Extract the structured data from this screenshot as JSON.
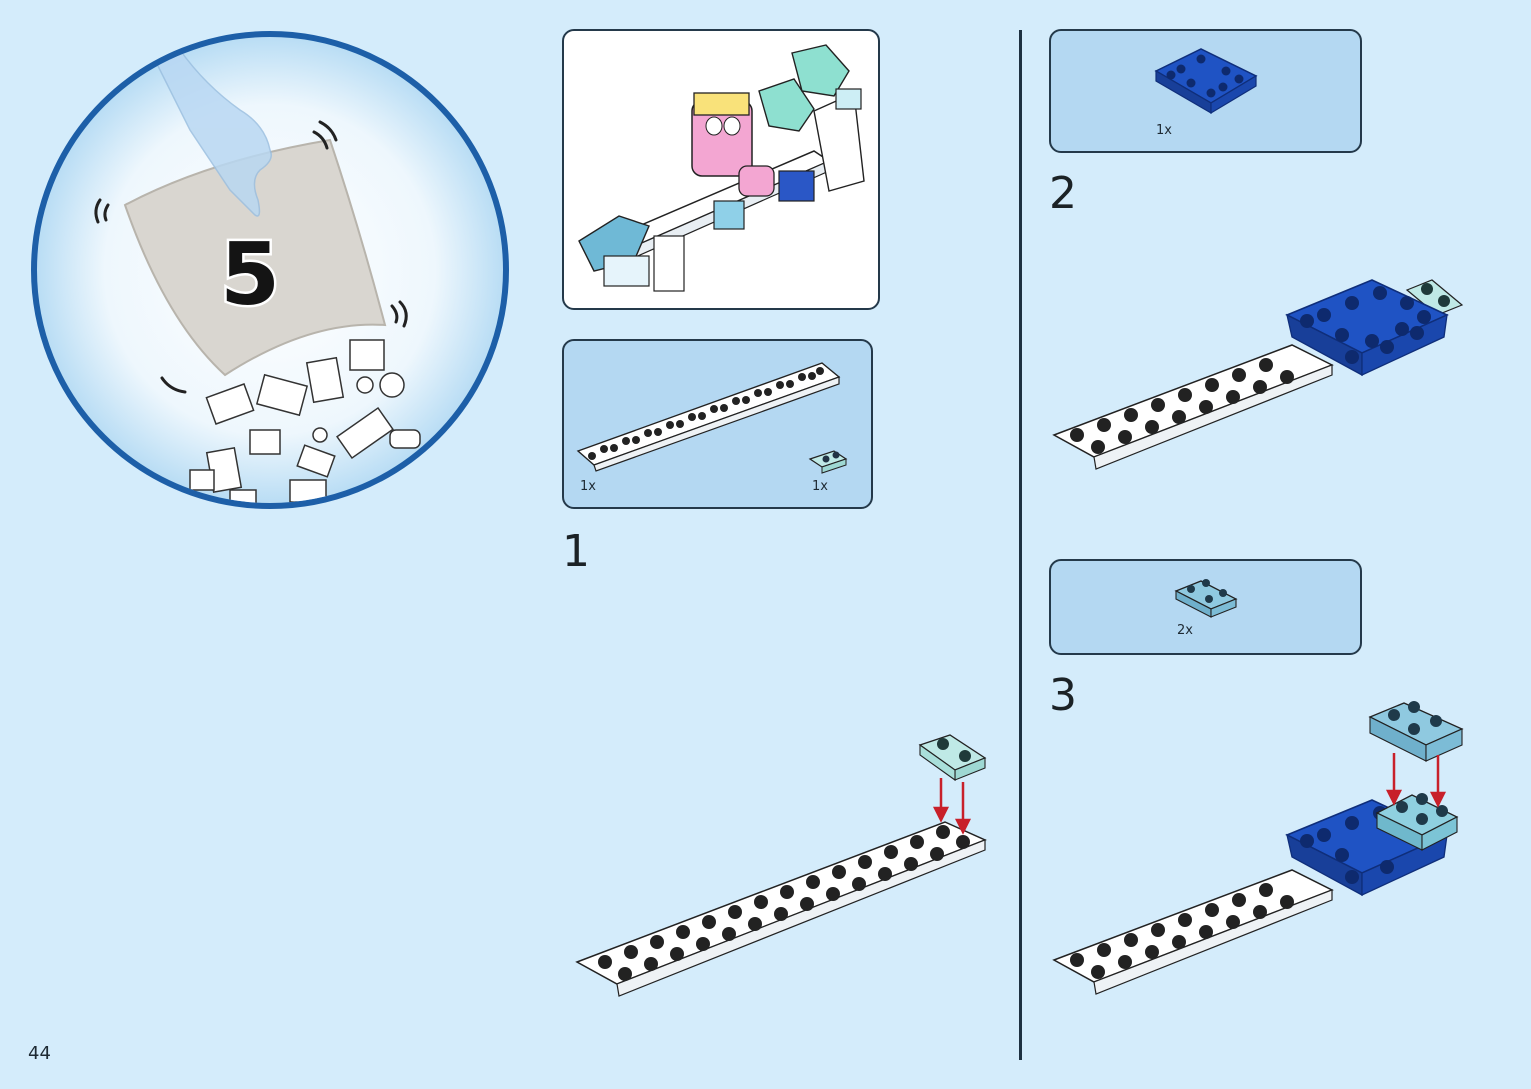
{
  "page": {
    "number": "44"
  },
  "bag": {
    "number": "5"
  },
  "steps": [
    {
      "number": "1",
      "parts": [
        {
          "qty": "1x",
          "part": "white-plate-2x16"
        },
        {
          "qty": "1x",
          "part": "trans-light-blue-plate-1x2"
        }
      ]
    },
    {
      "number": "2",
      "parts": [
        {
          "qty": "1x",
          "part": "blue-plate-4x4-rounded"
        }
      ]
    },
    {
      "number": "3",
      "parts": [
        {
          "qty": "2x",
          "part": "trans-light-blue-plate-2x2"
        }
      ]
    }
  ],
  "colors": {
    "background": "#d4ecfb",
    "parts_box": "#b4d8f2",
    "circle_border": "#1d5fa8",
    "brick_blue": "#1f53c4",
    "arrow_red": "#c8202a"
  }
}
